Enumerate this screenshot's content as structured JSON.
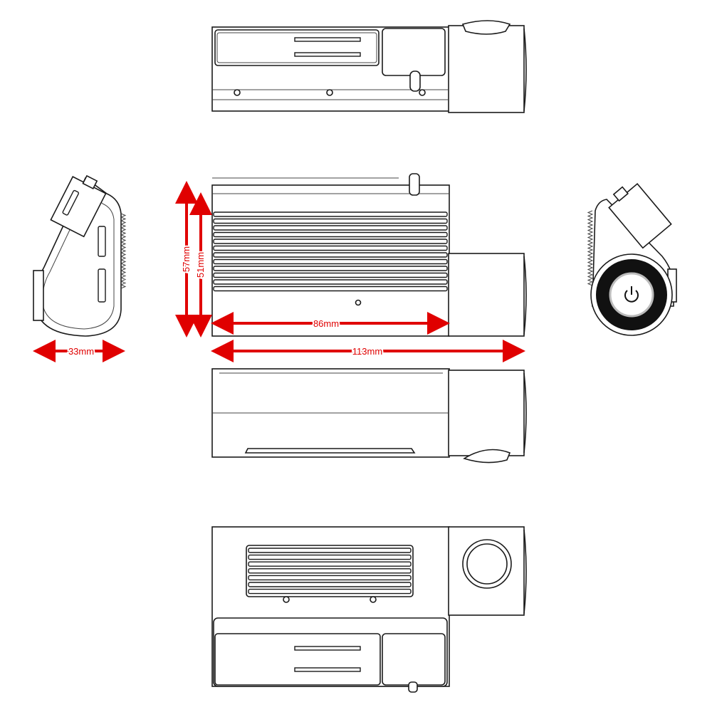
{
  "dimensions": {
    "height_outer": "57mm",
    "height_inner": "51mm",
    "depth": "33mm",
    "length_body": "86mm",
    "length_total": "113mm"
  },
  "colors": {
    "dimension": "#e00000",
    "line": "#1a1a1a",
    "fill": "#ffffff",
    "lens": "#111111"
  },
  "icons": {
    "power": "power-icon"
  }
}
